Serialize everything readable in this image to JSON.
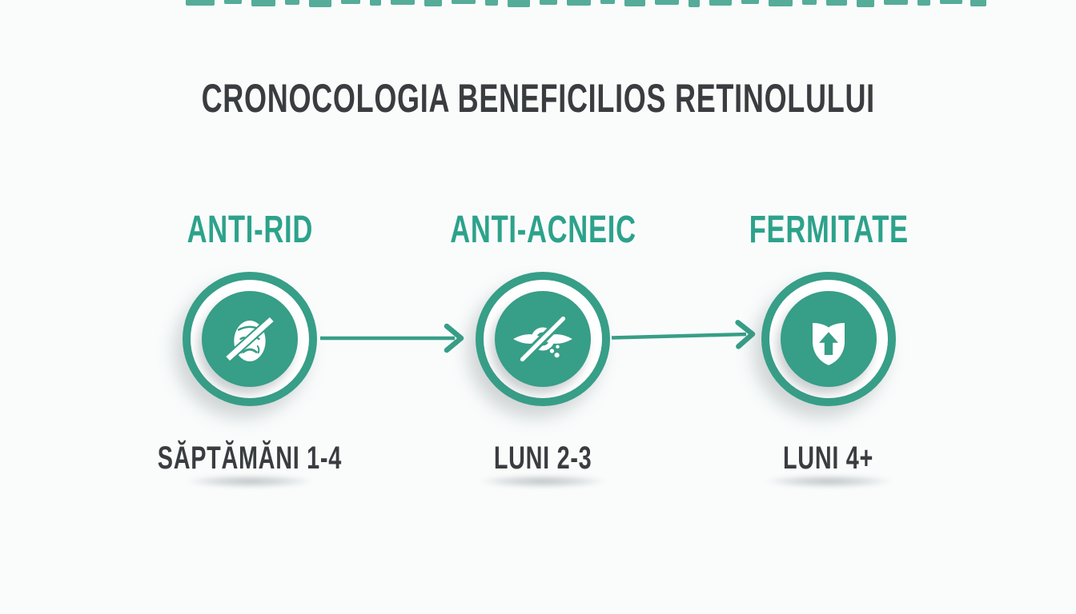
{
  "title": "CRONOCOLOGIA BENEFICILIOS RETINOLULUI",
  "colors": {
    "accent": "#379e87",
    "heading_teal": "#2da28b",
    "text_dark": "#3a3d40",
    "background": "#fafcfc",
    "icon_white": "#ffffff"
  },
  "stages": [
    {
      "heading": "ANTI-RID",
      "icon": "anti-wrinkle-face-icon",
      "label": "SĂPTĂMĂNI 1-4"
    },
    {
      "heading": "ANTI-ACNEIC",
      "icon": "anti-acne-icon",
      "label": "LUNI 2-3"
    },
    {
      "heading": "FERMITATE",
      "icon": "firmness-shield-icon",
      "label": "LUNI 4+"
    }
  ],
  "top_strip": {
    "segments": [
      [
        232,
        36,
        7
      ],
      [
        280,
        22,
        5
      ],
      [
        314,
        30,
        8
      ],
      [
        356,
        18,
        6
      ],
      [
        386,
        28,
        9
      ],
      [
        426,
        24,
        5
      ],
      [
        462,
        14,
        7
      ],
      [
        488,
        30,
        6
      ],
      [
        530,
        22,
        8
      ],
      [
        564,
        30,
        5
      ],
      [
        606,
        16,
        7
      ],
      [
        634,
        28,
        9
      ],
      [
        674,
        22,
        6
      ],
      [
        708,
        30,
        7
      ],
      [
        750,
        18,
        5
      ],
      [
        780,
        26,
        8
      ],
      [
        818,
        30,
        6
      ],
      [
        860,
        14,
        9
      ],
      [
        886,
        28,
        7
      ],
      [
        926,
        22,
        5
      ],
      [
        960,
        30,
        8
      ],
      [
        1002,
        18,
        6
      ],
      [
        1032,
        26,
        7
      ],
      [
        1070,
        22,
        9
      ],
      [
        1104,
        30,
        6
      ],
      [
        1146,
        16,
        7
      ],
      [
        1174,
        28,
        5
      ],
      [
        1212,
        20,
        8
      ]
    ]
  }
}
